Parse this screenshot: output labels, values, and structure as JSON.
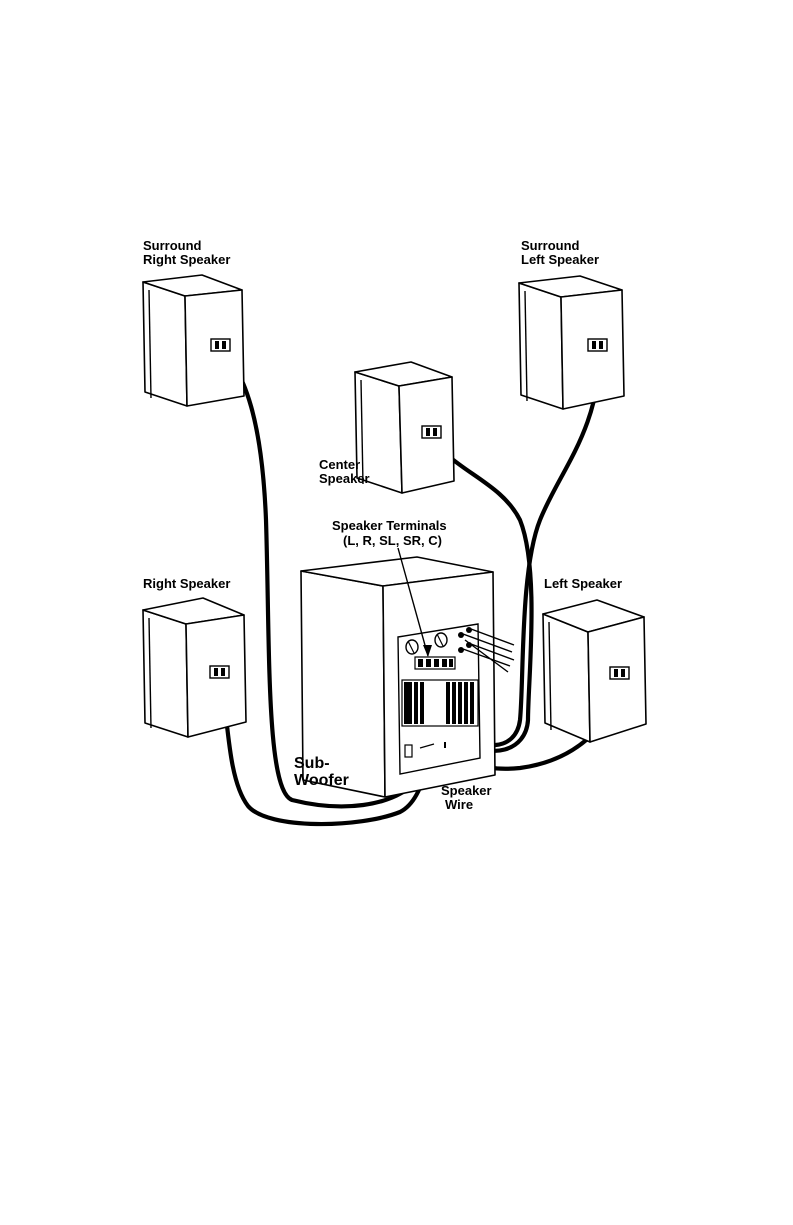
{
  "labels": {
    "surround_right": [
      "Surround",
      "Right Speaker"
    ],
    "surround_left": [
      "Surround",
      "Left Speaker"
    ],
    "center": [
      "Center",
      "Speaker"
    ],
    "terminals": [
      "Speaker Terminals",
      "(L, R, SL, SR, C)"
    ],
    "right": "Right Speaker",
    "left": "Left Speaker",
    "subwoofer": [
      "Sub-",
      "Woofer"
    ],
    "wire": [
      "Speaker",
      "Wire"
    ]
  },
  "colors": {
    "line": "#000000",
    "background": "#ffffff"
  }
}
